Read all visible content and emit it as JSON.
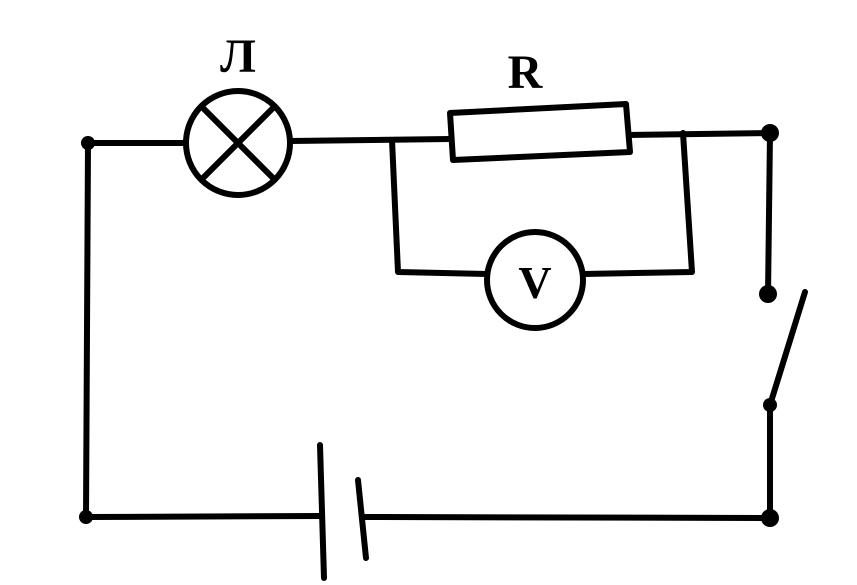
{
  "labels": {
    "lamp": "Л",
    "resistor": "R",
    "voltmeter": "V"
  },
  "colors": {
    "ink": "#000000",
    "background": "#ffffff"
  }
}
